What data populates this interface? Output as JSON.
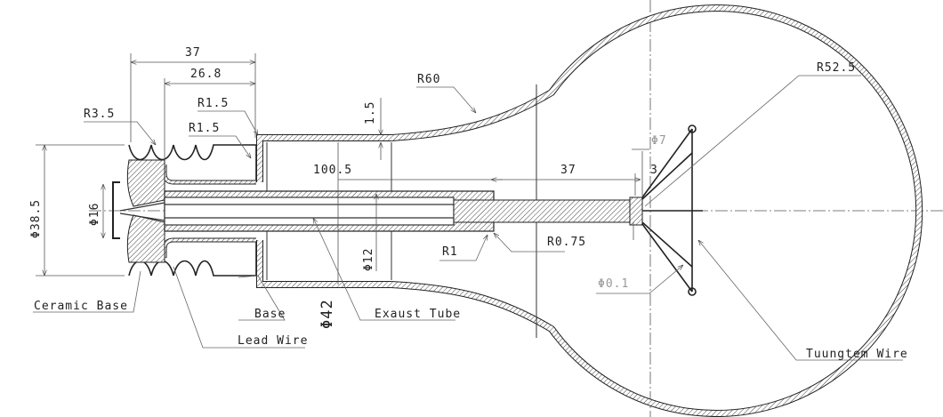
{
  "dimensions": {
    "d37_top": "37",
    "d26_8": "26.8",
    "r1_5_a": "R1.5",
    "r1_5_b": "R1.5",
    "r3_5": "R3.5",
    "phi38_5": "Φ38.5",
    "phi16": "Φ16",
    "d100_5": "100.5",
    "d1_5": "1.5",
    "phi12": "Φ12",
    "phi42": "Φ42",
    "r60": "R60",
    "r52_5": "R52.5",
    "phi7": "Φ7",
    "d37_stem": "37",
    "d3": "3",
    "r1": "R1",
    "r0_75": "R0.75",
    "phi0_1": "Φ0.1"
  },
  "callouts": {
    "ceramic_base": "Ceramic Base",
    "base": "Base",
    "lead_wire": "Lead Wire",
    "exhaust_tube": "Exaust Tube",
    "tungsten_wire": "Tuungtem Wire"
  }
}
